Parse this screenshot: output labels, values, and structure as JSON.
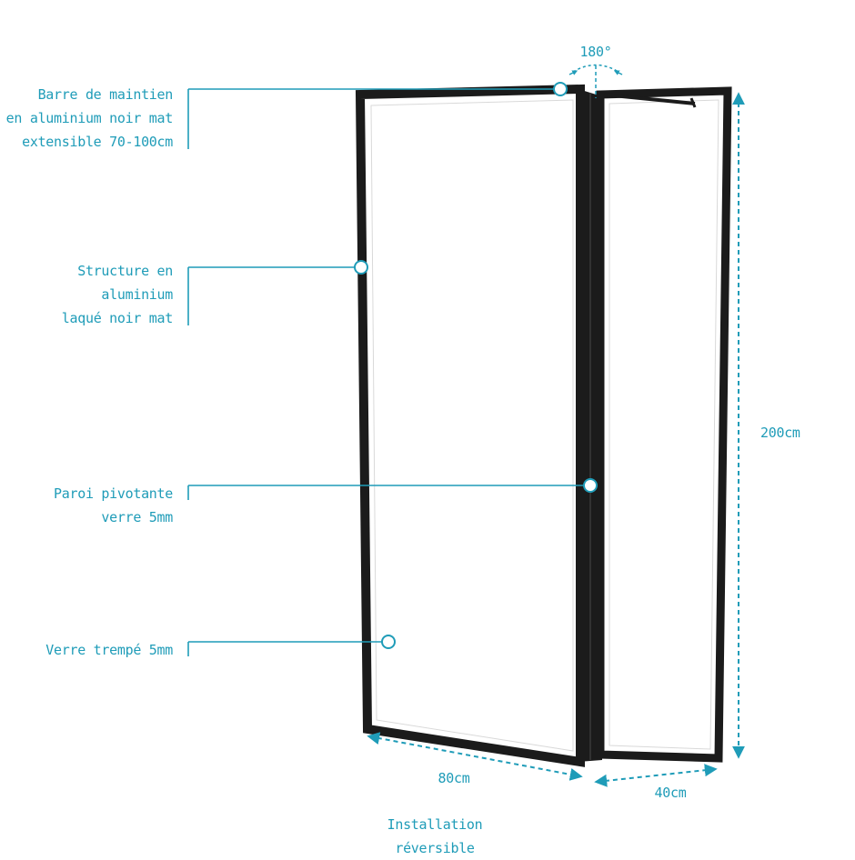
{
  "colors": {
    "accent": "#1f9cb8",
    "frame": "#1b1b1b",
    "background": "#ffffff"
  },
  "callouts": {
    "barre": [
      "Barre de maintien",
      "en aluminium noir mat",
      "extensible 70-100cm"
    ],
    "structure": [
      "Structure en",
      "aluminium",
      "laqué noir mat"
    ],
    "paroi": [
      "Paroi pivotante",
      "verre 5mm"
    ],
    "verre": [
      "Verre trempé 5mm"
    ]
  },
  "dimensions": {
    "rotation": "180°",
    "height": "200cm",
    "width_main": "80cm",
    "width_swing": "40cm"
  },
  "footer": [
    "Installation",
    "réversible"
  ]
}
